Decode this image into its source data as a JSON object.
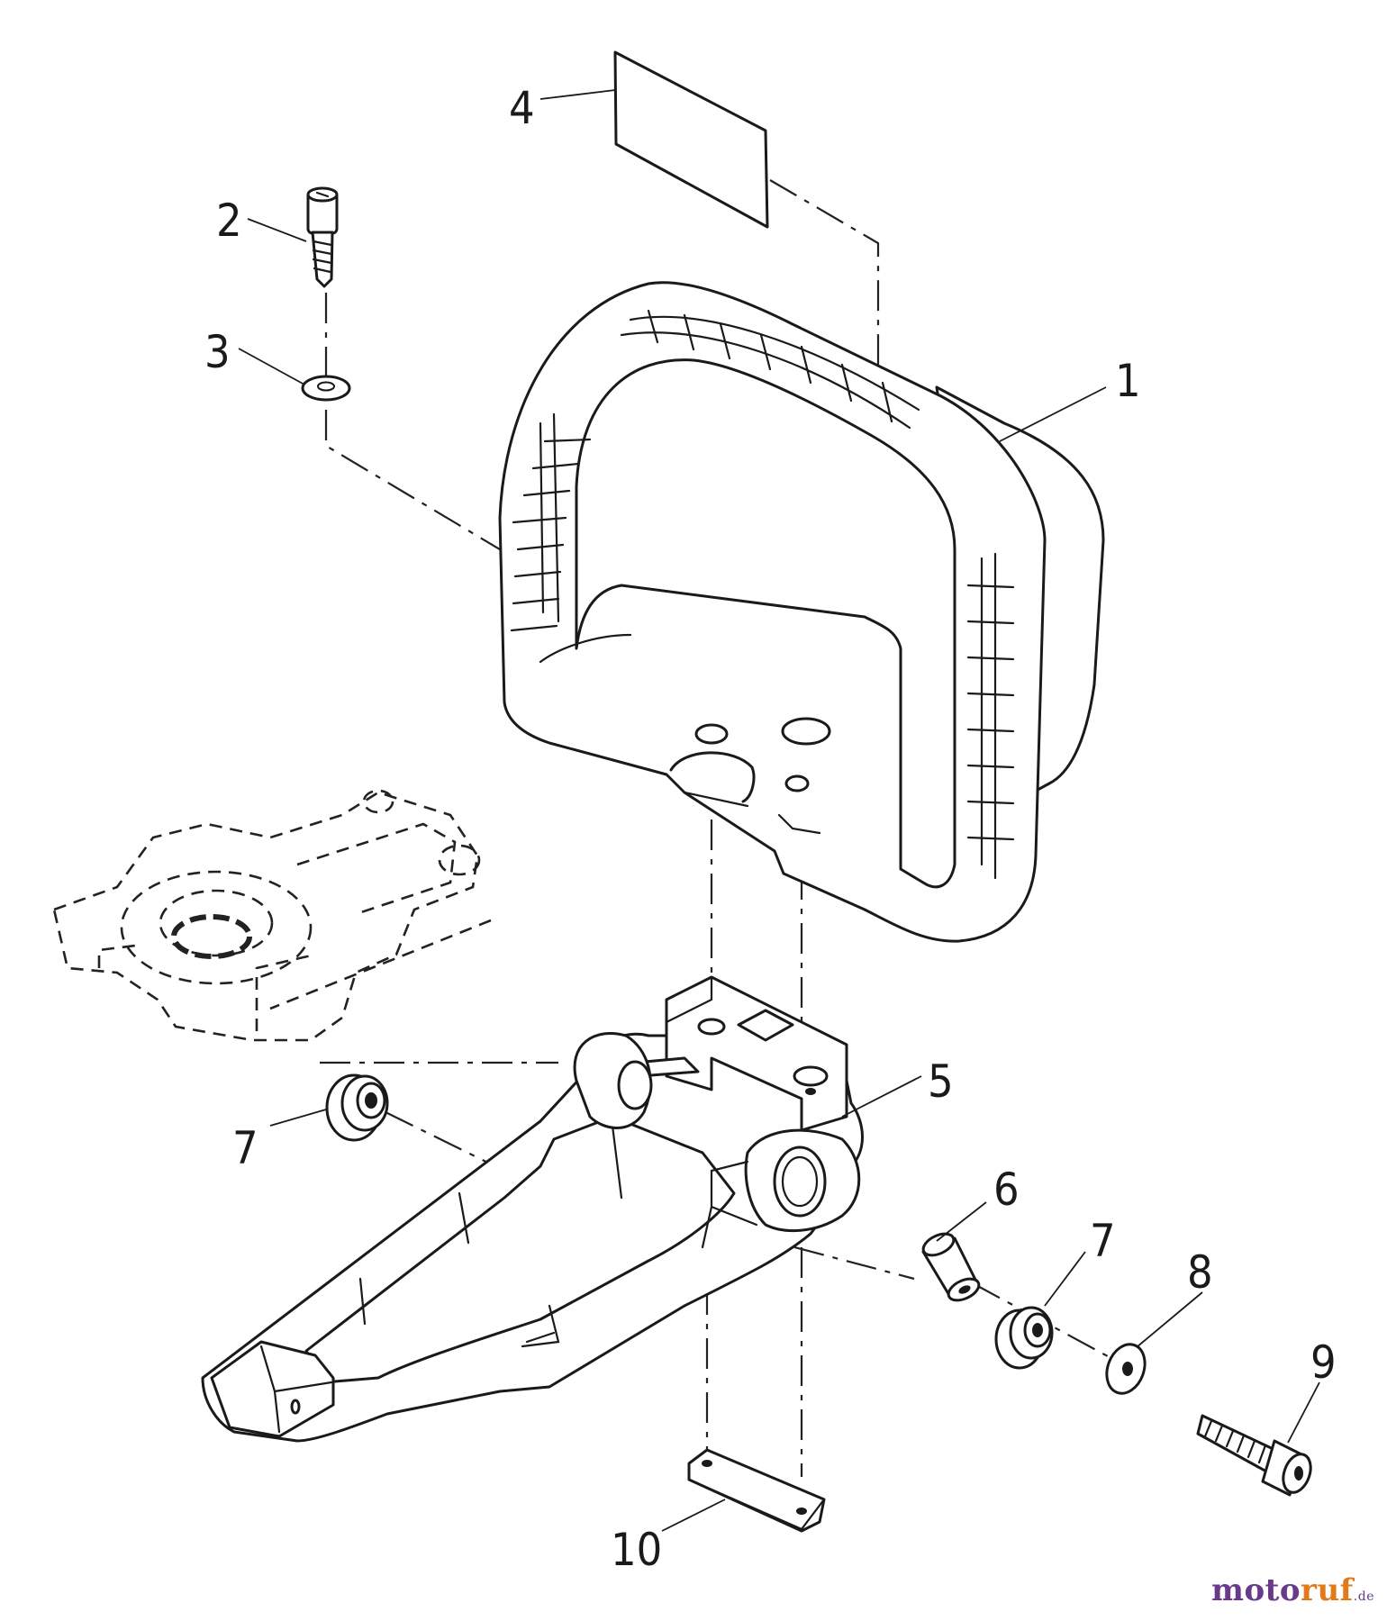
{
  "callouts": {
    "c1": "1",
    "c2": "2",
    "c3": "3",
    "c4": "4",
    "c5": "5",
    "c6": "6",
    "c7a": "7",
    "c7b": "7",
    "c8": "8",
    "c9": "9",
    "c10": "10"
  },
  "brand": {
    "part1": "moto",
    "part2": "ruf",
    "tld": ".de"
  },
  "colors": {
    "line": "#1a1a1a",
    "brand_purple": "#6a3a8a",
    "brand_orange": "#e07a1a"
  }
}
